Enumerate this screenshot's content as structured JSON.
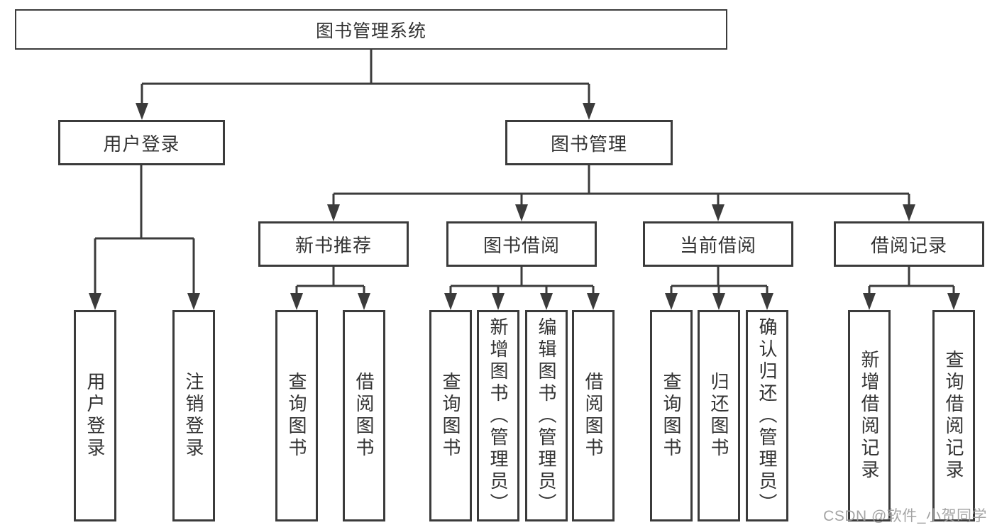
{
  "diagram_type": "hierarchy-tree",
  "colors": {
    "line": "#3b3b3b",
    "box_border": "#3b3b3b",
    "box_background": "#ffffff",
    "text": "#333333",
    "watermark": "#9b9b9b"
  },
  "tree": {
    "label": "图书管理系统",
    "children": [
      {
        "label": "用户登录",
        "children": [
          {
            "label": "用户登录"
          },
          {
            "label": "注销登录"
          }
        ]
      },
      {
        "label": "图书管理",
        "children": [
          {
            "label": "新书推荐",
            "children": [
              {
                "label": "查询图书"
              },
              {
                "label": "借阅图书"
              }
            ]
          },
          {
            "label": "图书借阅",
            "children": [
              {
                "label": "查询图书"
              },
              {
                "label": "新增图书（管理员）"
              },
              {
                "label": "编辑图书（管理员）"
              },
              {
                "label": "借阅图书"
              }
            ]
          },
          {
            "label": "当前借阅",
            "children": [
              {
                "label": "查询图书"
              },
              {
                "label": "归还图书"
              },
              {
                "label": "确认归还（管理员）"
              }
            ]
          },
          {
            "label": "借阅记录",
            "children": [
              {
                "label": "新增借阅记录"
              },
              {
                "label": "查询借阅记录"
              }
            ]
          }
        ]
      }
    ]
  },
  "watermark": "CSDN @软件_小贺同学"
}
